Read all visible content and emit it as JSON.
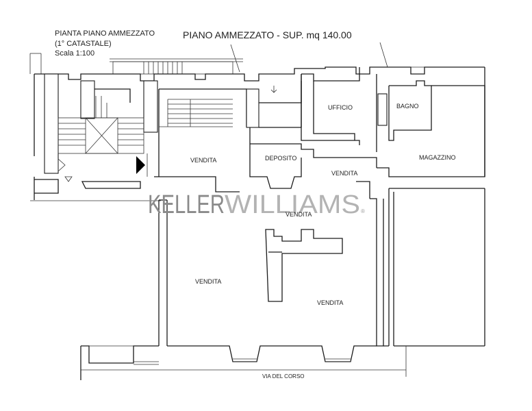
{
  "header": {
    "subtitle_line1": "PIANTA PIANO AMMEZZATO",
    "subtitle_line2": "(1° CATASTALE)",
    "scale": "Scala 1:100",
    "title": "PIANO AMMEZZATO -  SUP. mq 140.00"
  },
  "rooms": {
    "ufficio": "UFFICIO",
    "bagno": "BAGNO",
    "deposito": "DEPOSITO",
    "magazzino": "MAGAZZINO",
    "vendita_entrance": "VENDITA",
    "vendita_center": "VENDITA",
    "vendita_corridor": "VENDITA",
    "vendita_left": "VENDITA",
    "vendita_right": "VENDITA"
  },
  "street": "VIA DEL CORSO",
  "watermark": {
    "part1": "KELLER",
    "part2": "WILLIAMS",
    "mark": "®",
    "color_part1": "#8a8a8a",
    "color_part2": "#b3b3b3"
  },
  "icons": [
    "entrance-arrow-icon",
    "stair-icon"
  ]
}
